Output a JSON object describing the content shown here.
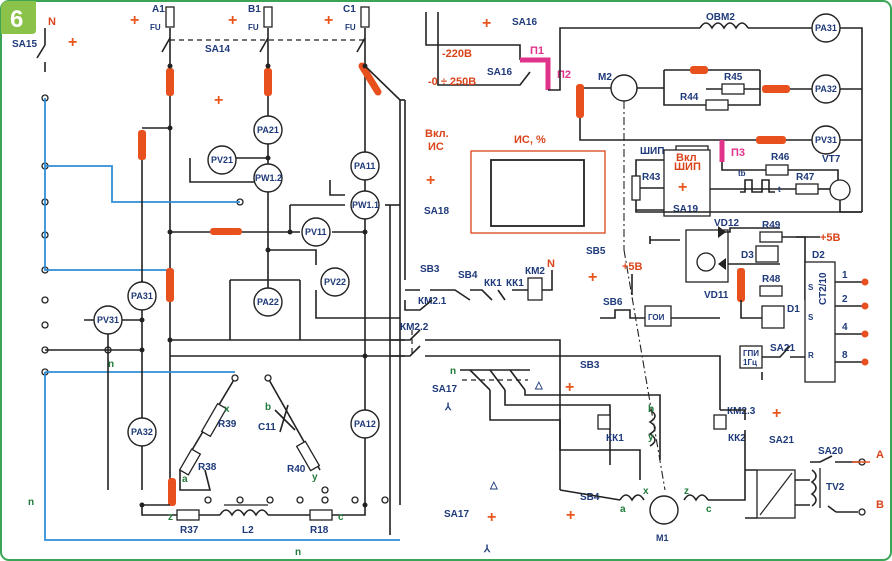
{
  "badge": "6",
  "phases": {
    "a1": "A1",
    "b1": "B1",
    "c1": "C1",
    "n": "N"
  },
  "switches": {
    "sa15": "SA15",
    "sa14": "SA14",
    "sa16": "SA16",
    "sa16b": "SA16",
    "sa18": "SA18",
    "sa17": "SA17",
    "sa17b": "SA17",
    "sa19": "SA19",
    "sa20": "SA20",
    "sa21": "SA21",
    "sa21b": "SA21"
  },
  "meters": {
    "pa21": "PA21",
    "pa11": "PA11",
    "pa22": "PA22",
    "pa31": "PA31",
    "pa32": "PA32",
    "pa12": "PA12",
    "pv21": "PV21",
    "pv11": "PV11",
    "pv22": "PV22",
    "pv31": "PV31",
    "pw12": "PW1.2",
    "pw11": "PW1.1",
    "pa31r": "PA31",
    "pa32r": "PA32",
    "pv31r": "PV31",
    "m2": "M2",
    "m1": "M1"
  },
  "voltages": {
    "v220": "-220В",
    "v0250": "-0 ÷ 250В",
    "p5v": "+5В",
    "p5v2": "+5В"
  },
  "labels": {
    "vkl": "Вкл.",
    "is": "ИС",
    "is_pct": "ИС, %",
    "p1": "П1",
    "p2": "П2",
    "p3": "П3",
    "ovm2": "ОВМ2",
    "r45": "R45",
    "r44": "R44",
    "r46": "R46",
    "r47": "R47",
    "r43": "R43",
    "r48": "R48",
    "r49": "R49",
    "vt7": "VT7",
    "vd12": "VD12",
    "vd11": "VD11",
    "d3": "D3",
    "d2": "D2",
    "d1": "D1",
    "shim": "ШИП",
    "vkl_shim1": "Вкл",
    "vkl_shim2": "ШИП",
    "st": "СТ2/10",
    "goi": "ГОИ",
    "gpi": "ГПИ",
    "gpi2": "1Гц",
    "sb3": "SB3",
    "sb3b": "SB3",
    "sb4": "SB4",
    "sb4b": "SB4",
    "sb5": "SB5",
    "sb6": "SB6",
    "kk1": "КК1",
    "kk1b": "КК1",
    "kk1c": "КК1",
    "kk2": "КК2",
    "km2": "КМ2",
    "km21": "КМ2.1",
    "km22": "КМ2.2",
    "km23": "КМ2.3",
    "r39": "R39",
    "r38": "R38",
    "r40": "R40",
    "r37": "R37",
    "r18": "R18",
    "l2": "L2",
    "c11": "C11",
    "tv2": "TV2",
    "n1": "n",
    "n2": "n",
    "n3": "n",
    "n4": "n",
    "A": "A",
    "B": "B",
    "x": "x",
    "y": "y",
    "z": "z",
    "a": "a",
    "b": "b",
    "c": "c",
    "fu": "FU",
    "tb": "tb",
    "t": "t",
    "s": "S",
    "r": "R",
    "n_phase": "N",
    "pin1": "1",
    "pin2": "2",
    "pin4": "4",
    "pin8": "8"
  }
}
